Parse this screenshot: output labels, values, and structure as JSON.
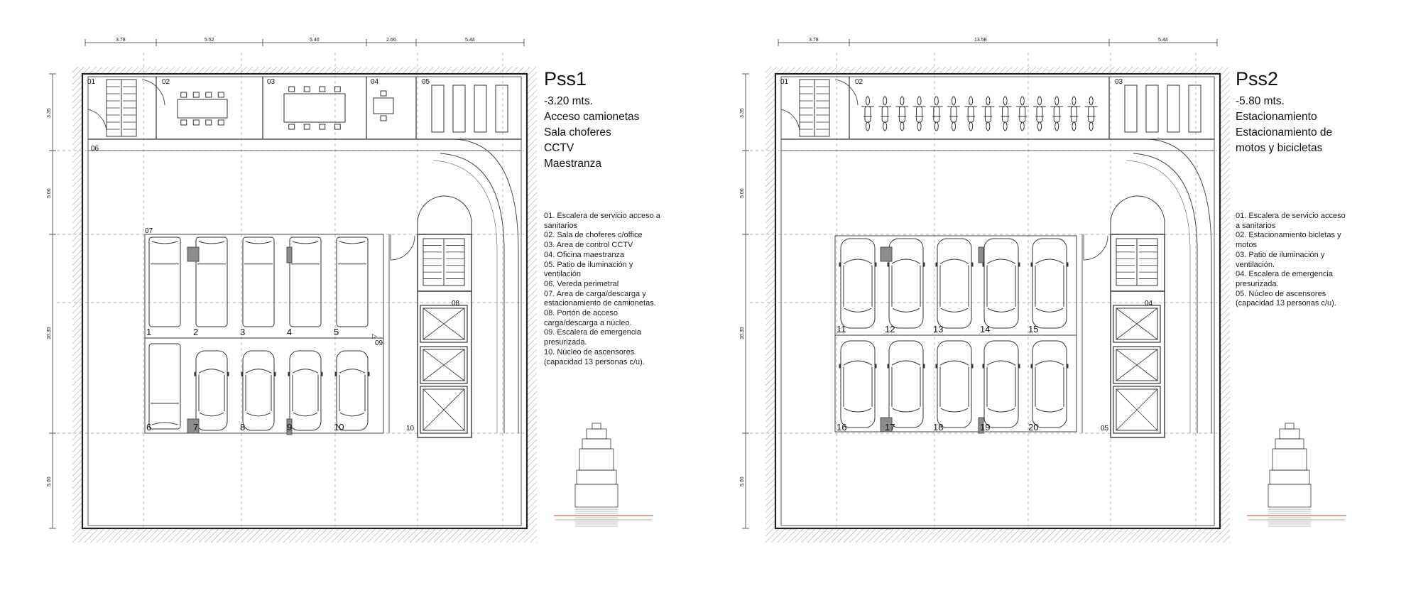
{
  "plans": [
    {
      "title": "Pss1",
      "subtitles": [
        "-3.20 mts.",
        "Acceso camionetas",
        "Sala choferes",
        "CCTV",
        "Maestranza"
      ],
      "notes": [
        "01. Escalera de servicio acceso a",
        "sanitarios",
        "02. Sala de choferes c/office",
        "03. Area de control CCTV",
        "04. Oficina maestranza",
        "05. Patio de iluminación y",
        "ventilación",
        "06. Vereda perimetral",
        "07. Area de carga/descarga y",
        "estacionamiento de camionetas.",
        "08. Portón de acceso",
        "carga/descarga a núcleo.",
        "09. Escalera de emergencia",
        "presurizada.",
        "10. Núcleo de ascensores",
        "(capacidad 13 personas c/u)."
      ],
      "dims_top": [
        "3.78",
        "5.52",
        "5.40",
        "2.66",
        "5.44"
      ],
      "dims_left": [
        "3.35",
        "5.00",
        "10.35",
        "5.00"
      ],
      "room_tags": [
        "01",
        "02",
        "03",
        "04",
        "05",
        "06",
        "07",
        "08",
        "09",
        "10"
      ],
      "spots": [
        "1",
        "2",
        "3",
        "4",
        "5",
        "6",
        "7",
        "8",
        "9",
        "10"
      ]
    },
    {
      "title": "Pss2",
      "subtitles": [
        "-5.80 mts.",
        "Estacionamiento",
        "Estacionamiento de",
        "motos y bicicletas"
      ],
      "notes": [
        "01. Escalera de servicio acceso",
        "a sanitarios",
        "02. Estacionamiento bicletas y",
        "motos",
        "03. Patio de iluminación y",
        "ventilación.",
        "04. Escalera de emergencia",
        "presurizada.",
        "05. Núcleo de ascensores",
        "(capacidad 13 personas c/u)."
      ],
      "dims_top": [
        "3.78",
        "13.58",
        "5.44"
      ],
      "dims_left": [
        "3.35",
        "5.00",
        "10.35",
        "5.00"
      ],
      "room_tags": [
        "01",
        "02",
        "03",
        "04",
        "05"
      ],
      "spots": [
        "11",
        "12",
        "13",
        "14",
        "15",
        "16",
        "17",
        "18",
        "19",
        "20"
      ]
    }
  ]
}
